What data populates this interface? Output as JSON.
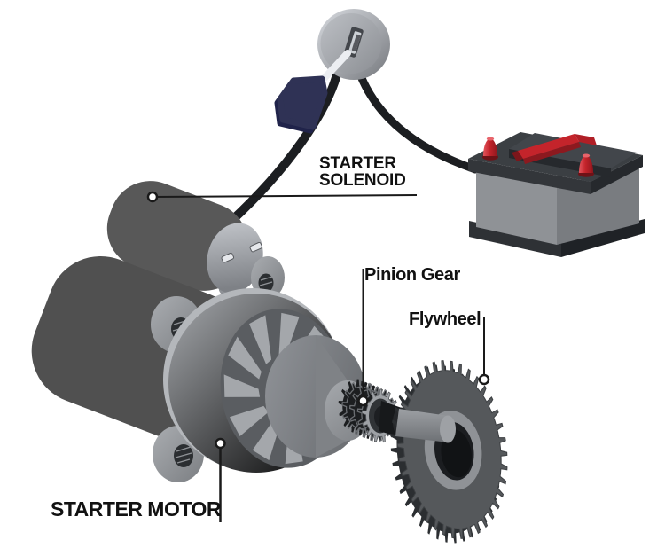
{
  "figure": {
    "background": "#ffffff",
    "labels": {
      "starter_solenoid_line1": "STARTER",
      "starter_solenoid_line2": "SOLENOID",
      "pinion_gear": "Pinion Gear",
      "flywheel": "Flywheel",
      "starter_motor": "STARTER MOTOR"
    },
    "parts": [
      "ignition-key",
      "battery",
      "starter-solenoid",
      "starter-motor",
      "pinion-gear",
      "flywheel"
    ],
    "colors": {
      "label_text": "#111111",
      "callout_line": "#1a1a1a",
      "battery_accent_red": "#c4242b",
      "key_head_navy": "#2f3255",
      "metal_gray": "#8f9296",
      "housing_black": "#141414"
    }
  }
}
